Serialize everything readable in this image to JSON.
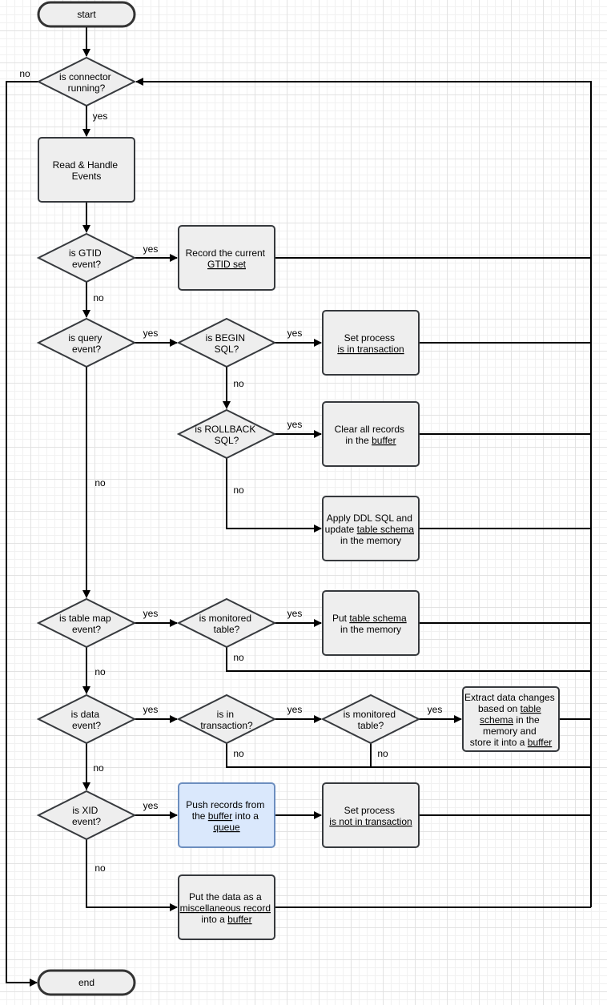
{
  "nodes": {
    "start": "start",
    "end": "end",
    "connector_running": [
      "is connector",
      "running?"
    ],
    "read_handle": [
      "Read & Handle",
      "Events"
    ],
    "gtid_event": [
      "is GTID",
      "event?"
    ],
    "record_gtid": [
      "Record the current",
      "GTID set"
    ],
    "query_event": [
      "is query",
      "event?"
    ],
    "begin_sql": [
      "is BEGIN",
      "SQL?"
    ],
    "set_in_tx": [
      "Set process",
      "is in transaction"
    ],
    "rollback_sql": [
      "is ROLLBACK",
      "SQL?"
    ],
    "clear_records": [
      "Clear all records",
      "in the ",
      "buffer"
    ],
    "apply_ddl": [
      "Apply DDL SQL and",
      "update ",
      "table schema",
      "in the memory"
    ],
    "table_map_event": [
      "is table map",
      "event?"
    ],
    "monitored_table_1": [
      "is monitored",
      "table?"
    ],
    "put_schema": [
      "Put ",
      "table schema",
      "in the memory"
    ],
    "data_event": [
      "is data",
      "event?"
    ],
    "in_transaction": [
      "is in",
      "transaction?"
    ],
    "monitored_table_2": [
      "is monitored",
      "table?"
    ],
    "extract_changes": [
      "Extract data changes",
      "based on ",
      "table",
      "schema",
      " in the",
      "memory and",
      "store it into a ",
      "buffer"
    ],
    "xid_event": [
      "is XID",
      "event?"
    ],
    "push_records": [
      "Push records from",
      "the ",
      "buffer",
      " into a",
      "queue"
    ],
    "set_not_in_tx": [
      "Set process",
      "is not in transaction"
    ],
    "put_misc": [
      "Put the data as a",
      "miscellaneous record",
      "into a ",
      "buffer"
    ]
  },
  "edge_labels": {
    "connector_no": "no",
    "connector_yes": "yes",
    "gtid_yes": "yes",
    "gtid_no": "no",
    "query_yes": "yes",
    "begin_yes": "yes",
    "begin_no": "no",
    "rollback_yes": "yes",
    "rollback_no": "no",
    "query_no": "no",
    "tablemap_yes": "yes",
    "monitored1_yes": "yes",
    "monitored1_no": "no",
    "tablemap_no": "no",
    "data_yes": "yes",
    "intx_yes": "yes",
    "monitored2_yes": "yes",
    "intx_no": "no",
    "monitored2_no": "no",
    "data_no": "no",
    "xid_yes": "yes",
    "xid_no": "no"
  },
  "colors": {
    "node_fill": "#eeeeee",
    "node_stroke": "#36393d",
    "highlight_fill": "#dae8fc",
    "highlight_stroke": "#6c8ebf",
    "edge": "#000000"
  }
}
